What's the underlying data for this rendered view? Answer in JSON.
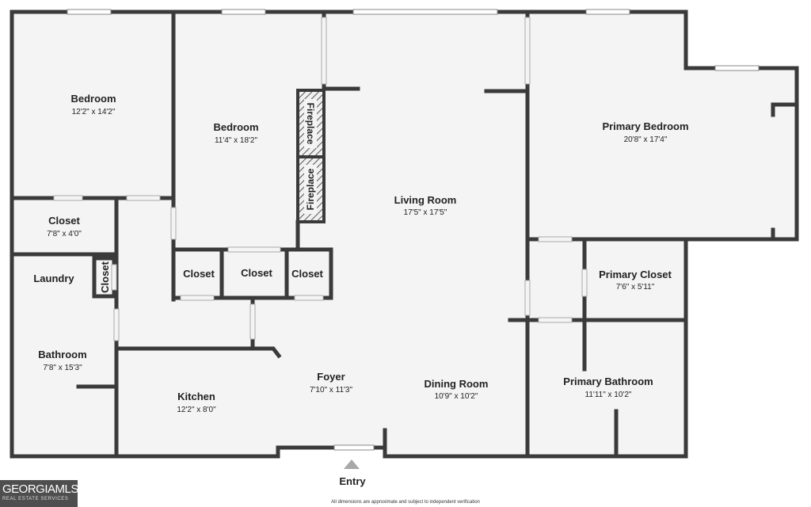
{
  "rooms": [
    {
      "name": "Bedroom",
      "dims": "12'2\" x 14'2\""
    },
    {
      "name": "Bedroom",
      "dims": "11'4\" x 18'2\""
    },
    {
      "name": "Primary Bedroom",
      "dims": "20'8\" x 17'4\""
    },
    {
      "name": "Closet",
      "dims": "7'8\" x 4'0\""
    },
    {
      "name": "Living Room",
      "dims": "17'5\" x 17'5\""
    },
    {
      "name": "Laundry"
    },
    {
      "name": "Closet"
    },
    {
      "name": "Closet"
    },
    {
      "name": "Closet"
    },
    {
      "name": "Closet"
    },
    {
      "name": "Primary Closet",
      "dims": "7'6\" x 5'11\""
    },
    {
      "name": "Bathroom",
      "dims": "7'8\" x 15'3\""
    },
    {
      "name": "Foyer",
      "dims": "7'10\" x 11'3\""
    },
    {
      "name": "Dining Room",
      "dims": "10'9\" x 10'2\""
    },
    {
      "name": "Primary Bathroom",
      "dims": "11'11\" x 10'2\""
    },
    {
      "name": "Kitchen",
      "dims": "12'2\" x 8'0\""
    }
  ],
  "fireplaces": [
    "Fireplace",
    "Fireplace"
  ],
  "entry": {
    "label": "Entry"
  },
  "disclaimer": "All dimensions are approximate and subject to independent verification",
  "logo": {
    "brand": "GEORGIAMLS",
    "tagline": "REAL ESTATE SERVICES"
  },
  "colors": {
    "wall": "#3a3a3a",
    "floor": "#f4f4f4",
    "window": "#ffffff",
    "arrow": "#a8a8a8"
  }
}
